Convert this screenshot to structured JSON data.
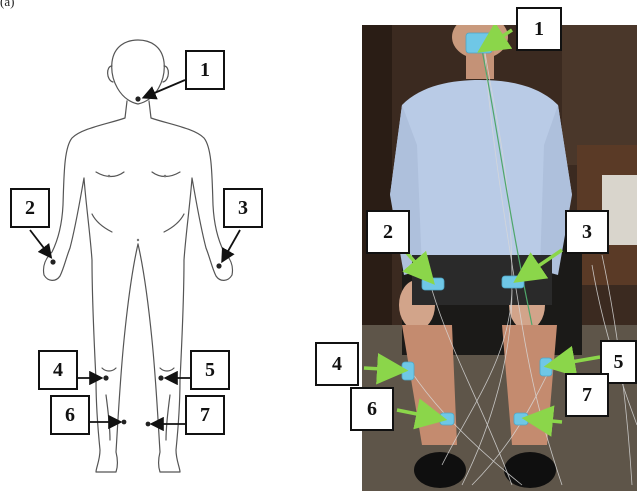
{
  "panel_label": "(a)",
  "diagram": {
    "electrode_numbers": [
      "1",
      "2",
      "3",
      "4",
      "5",
      "6",
      "7"
    ]
  },
  "photo": {
    "electrode_numbers": [
      "1",
      "2",
      "3",
      "4",
      "5",
      "6",
      "7"
    ],
    "colors": {
      "arrow_green": "#8bd64a",
      "electrode_pad": "#6fc7e6",
      "shirt": "#b9cbe6",
      "background_wall": "#3b2a20"
    }
  }
}
